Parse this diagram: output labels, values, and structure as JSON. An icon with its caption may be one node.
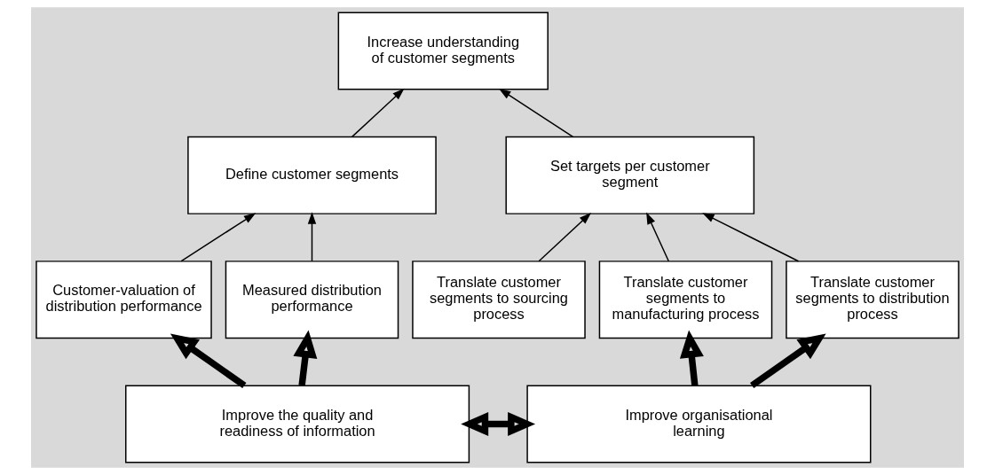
{
  "diagram": {
    "nodes": [
      {
        "text": [
          "Increase understanding of customer segments"
        ]
      },
      {
        "text": [
          "Define customer segments"
        ]
      },
      {
        "text": [
          "Set targets per customer segment"
        ]
      },
      {
        "text": [
          "Customer-valuation of distribution performance"
        ]
      },
      {
        "text": [
          "Measured distribution performance"
        ]
      },
      {
        "text": [
          "Translate customer segments to sourcing process"
        ]
      },
      {
        "text": [
          "Translate customer segments to manufacturing process"
        ]
      },
      {
        "text": [
          "Translate customer segments to distribution process"
        ]
      },
      {
        "text": [
          "Improve the quality and readiness of information"
        ]
      },
      {
        "text": [
          "Improve organisational learning"
        ]
      }
    ],
    "edges": [
      {
        "from": 1,
        "to": 0,
        "arrow": "to"
      },
      {
        "from": 2,
        "to": 0,
        "arrow": "to"
      },
      {
        "from": 3,
        "to": 1,
        "arrow": "to"
      },
      {
        "from": 4,
        "to": 1,
        "arrow": "to"
      },
      {
        "from": 5,
        "to": 2,
        "arrow": "to"
      },
      {
        "from": 6,
        "to": 2,
        "arrow": "to"
      },
      {
        "from": 7,
        "to": 2,
        "arrow": "to"
      },
      {
        "from": 8,
        "to": 3,
        "arrow": "to",
        "style": "thick"
      },
      {
        "from": 8,
        "to": 4,
        "arrow": "to",
        "style": "thick"
      },
      {
        "from": 9,
        "to": 6,
        "arrow": "to",
        "style": "thick"
      },
      {
        "from": 9,
        "to": 7,
        "arrow": "to",
        "style": "thick"
      },
      {
        "from": 8,
        "to": 9,
        "arrow": "both",
        "style": "thick"
      }
    ]
  }
}
